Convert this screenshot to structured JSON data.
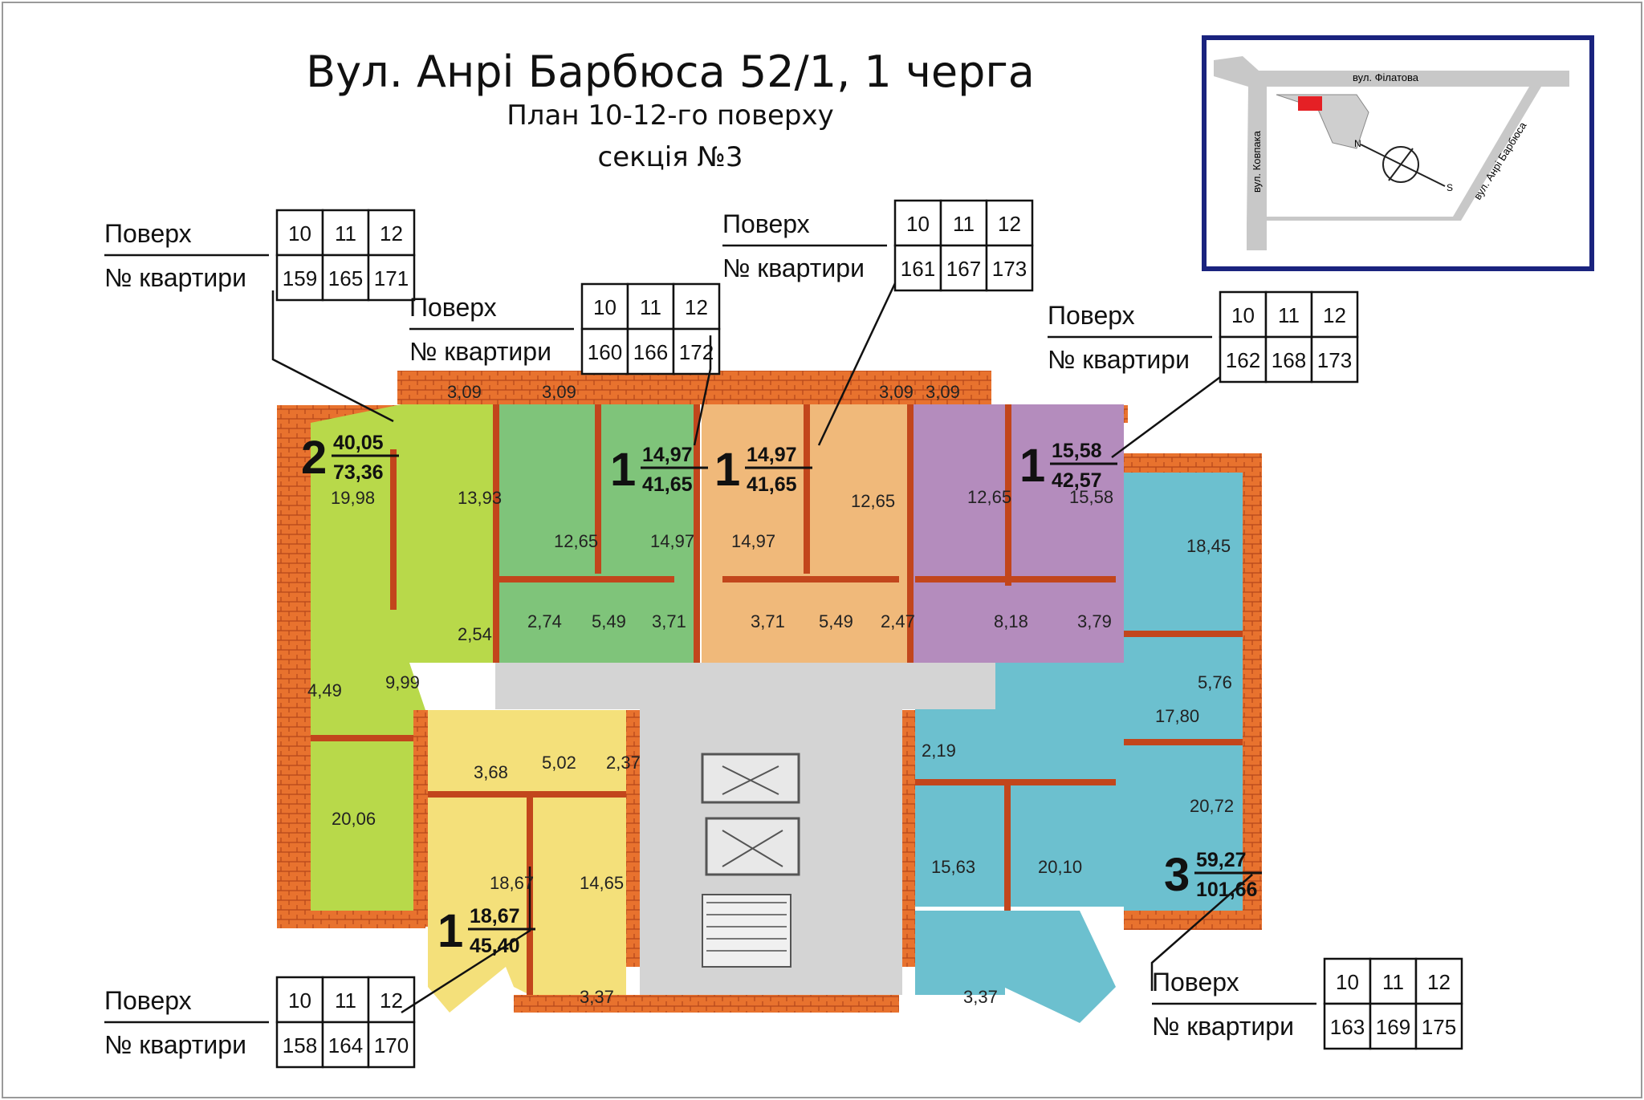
{
  "header": {
    "address": "Вул. Анрі Барбюса 52/1, 1 черга",
    "floor_plan": "План 10-12-го поверху",
    "section": "секція №3"
  },
  "table_labels": {
    "floor": "Поверх",
    "apartment": "№ квартири"
  },
  "floors": [
    "10",
    "11",
    "12"
  ],
  "colors": {
    "brick": "#e8722e",
    "green_light": "#b8d94a",
    "green": "#7fc47a",
    "orange": "#f0b97a",
    "purple": "#b48cbd",
    "teal": "#6cc0cf",
    "yellow": "#f4e07a",
    "core_gray": "#d4d4d4",
    "map_frame": "#1a237e"
  },
  "apartments": [
    {
      "id": "apt-a",
      "rooms": "2",
      "living": "40,05",
      "total": "73,36",
      "numbers": [
        "159",
        "165",
        "171"
      ],
      "color": "green_light",
      "areas": [
        "19,98",
        "13,93",
        "2,54",
        "9,99",
        "4,49",
        "20,06"
      ]
    },
    {
      "id": "apt-b",
      "rooms": "1",
      "living": "14,97",
      "total": "41,65",
      "numbers": [
        "160",
        "166",
        "172"
      ],
      "color": "green",
      "areas": [
        "3,09",
        "12,65",
        "14,97",
        "2,74",
        "5,49",
        "3,71"
      ]
    },
    {
      "id": "apt-c",
      "rooms": "1",
      "living": "14,97",
      "total": "41,65",
      "numbers": [
        "161",
        "167",
        "173"
      ],
      "color": "orange",
      "areas": [
        "3,09",
        "14,97",
        "12,65",
        "3,71",
        "5,49",
        "2,47"
      ]
    },
    {
      "id": "apt-d",
      "rooms": "1",
      "living": "15,58",
      "total": "42,57",
      "numbers": [
        "162",
        "168",
        "173"
      ],
      "color": "purple",
      "areas": [
        "3,09",
        "12,65",
        "15,58",
        "8,18",
        "3,79"
      ]
    },
    {
      "id": "apt-e",
      "rooms": "3",
      "living": "59,27",
      "total": "101,66",
      "numbers": [
        "163",
        "169",
        "175"
      ],
      "color": "teal",
      "areas": [
        "18,45",
        "5,76",
        "17,80",
        "20,72",
        "2,19",
        "15,63",
        "20,10",
        "3,37"
      ]
    },
    {
      "id": "apt-f",
      "rooms": "1",
      "living": "18,67",
      "total": "45,40",
      "numbers": [
        "158",
        "164",
        "170"
      ],
      "color": "yellow",
      "areas": [
        "3,68",
        "5,02",
        "2,37",
        "18,67",
        "14,65",
        "3,37"
      ]
    }
  ],
  "extra_areas": [
    "3,09"
  ],
  "location_map": {
    "streets": [
      "вул. Філатова",
      "вул. Ковпака",
      "вул. Анрі Барбюса"
    ],
    "compass": {
      "north": "N",
      "south": "S"
    }
  }
}
